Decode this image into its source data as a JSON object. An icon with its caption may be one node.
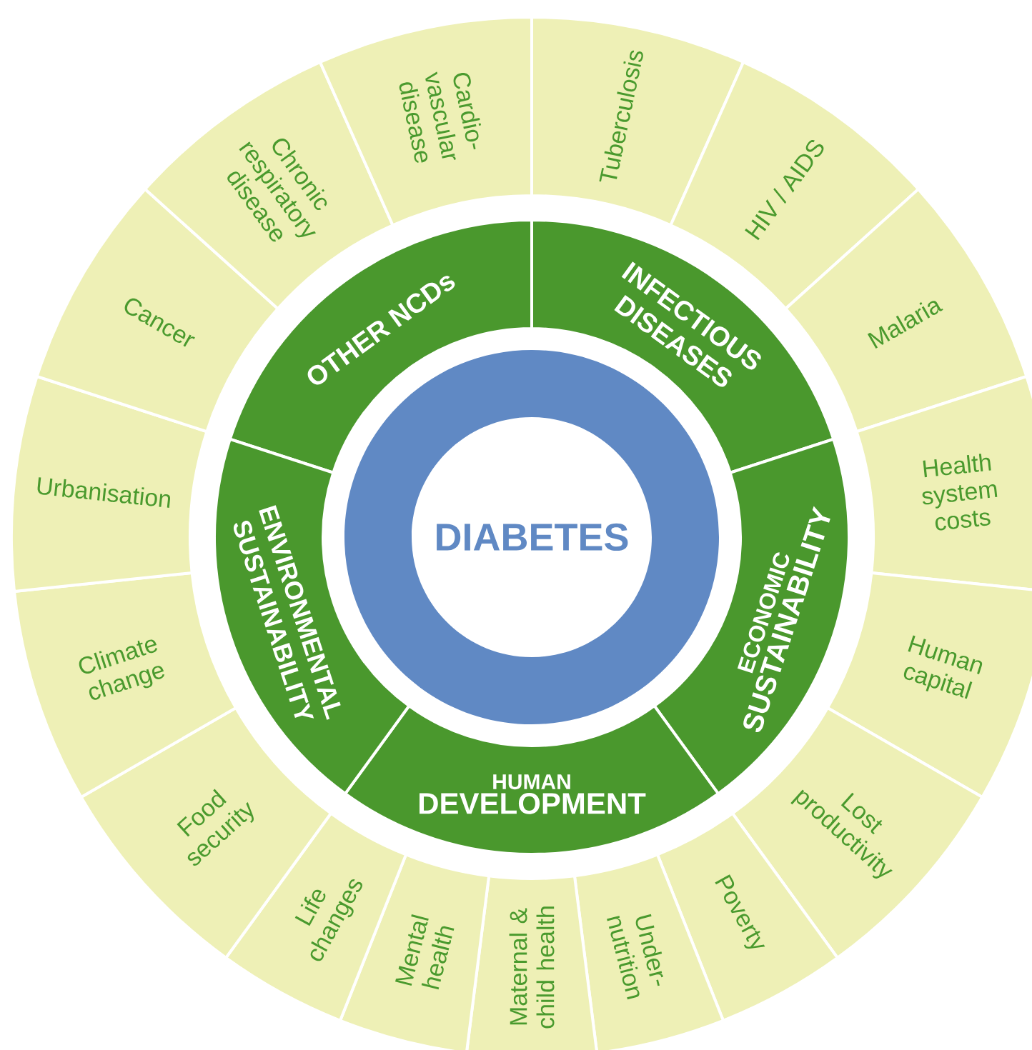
{
  "diagram": {
    "nodes": [
      {
        "text": [
          "DIABETES"
        ]
      },
      {
        "text": [
          "OTHER NCDs"
        ]
      },
      {
        "text": [
          "INFECTIOUS DISEASES"
        ]
      },
      {
        "text": [
          "ECONOMIC",
          "SUSTAINABILITY"
        ]
      },
      {
        "text": [
          "HUMAN",
          "DEVELOPMENT"
        ]
      },
      {
        "text": [
          "ENVIRONMENTAL SUSTAINABILITY"
        ]
      },
      {
        "text": [
          "Tuberculosis"
        ]
      },
      {
        "text": [
          "HIV / AIDS"
        ]
      },
      {
        "text": [
          "Malaria"
        ]
      },
      {
        "text": [
          "Health system costs"
        ]
      },
      {
        "text": [
          "Human capital"
        ]
      },
      {
        "text": [
          "Lost productivity"
        ]
      },
      {
        "text": [
          "Poverty"
        ]
      },
      {
        "text": [
          "Under-nutrition"
        ]
      },
      {
        "text": [
          "Maternal & child health"
        ]
      },
      {
        "text": [
          "Mental health"
        ]
      },
      {
        "text": [
          "Life changes"
        ]
      },
      {
        "text": [
          "Food security"
        ]
      },
      {
        "text": [
          "Climate change"
        ]
      },
      {
        "text": [
          "Urbanisation"
        ]
      },
      {
        "text": [
          "Cancer"
        ]
      },
      {
        "text": [
          "Chronic respiratory disease"
        ]
      },
      {
        "text": [
          "Cardio-vascular disease"
        ]
      }
    ]
  }
}
